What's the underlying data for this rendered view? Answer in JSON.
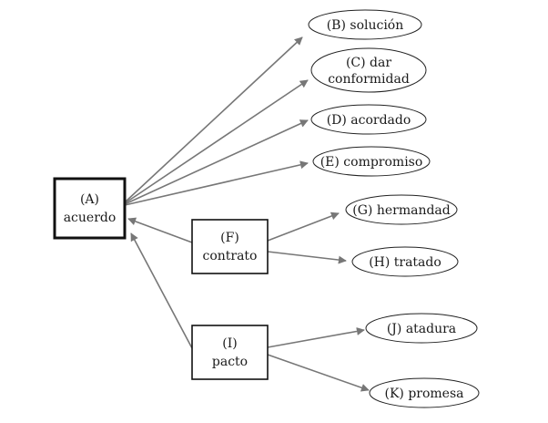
{
  "nodes": {
    "A": {
      "line1": "(A)",
      "line2": "acuerdo"
    },
    "B": {
      "line1": "(B) solución"
    },
    "C": {
      "line1": "(C) dar",
      "line2": "conformidad"
    },
    "D": {
      "line1": "(D) acordado"
    },
    "E": {
      "line1": "(E) compromiso"
    },
    "F": {
      "line1": "(F)",
      "line2": "contrato"
    },
    "G": {
      "line1": "(G) hermandad"
    },
    "H": {
      "line1": "(H) tratado"
    },
    "I": {
      "line1": "(I)",
      "line2": "pacto"
    },
    "J": {
      "line1": "(J) atadura"
    },
    "K": {
      "line1": "(K) promesa"
    }
  },
  "edges": [
    {
      "from": "A",
      "to": "B"
    },
    {
      "from": "A",
      "to": "C"
    },
    {
      "from": "A",
      "to": "D"
    },
    {
      "from": "A",
      "to": "E"
    },
    {
      "from": "F",
      "to": "A"
    },
    {
      "from": "F",
      "to": "G"
    },
    {
      "from": "F",
      "to": "H"
    },
    {
      "from": "I",
      "to": "A"
    },
    {
      "from": "I",
      "to": "J"
    },
    {
      "from": "I",
      "to": "K"
    }
  ],
  "colors": {
    "edge": "#777777",
    "box_border": "#111111",
    "text": "#1a1a1a"
  }
}
